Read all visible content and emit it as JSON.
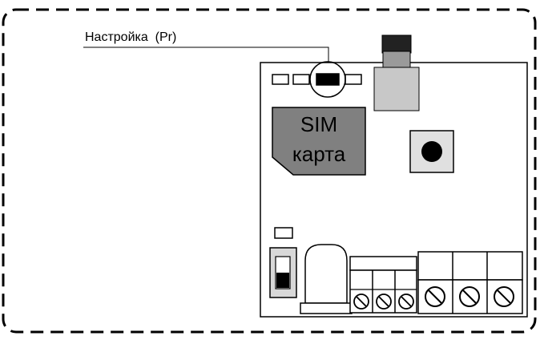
{
  "callout": {
    "label": "Настройка  (Pr)"
  },
  "sim": {
    "line1": "SIM",
    "line2": "карта"
  },
  "colors": {
    "frame": "#000000",
    "board": "#ffffff",
    "sim_fill": "#808080",
    "antenna_cap": "#222222",
    "antenna_body": "#c8c8c8",
    "button_base": "#e0e0e0",
    "led_base": "#eeeeee"
  }
}
